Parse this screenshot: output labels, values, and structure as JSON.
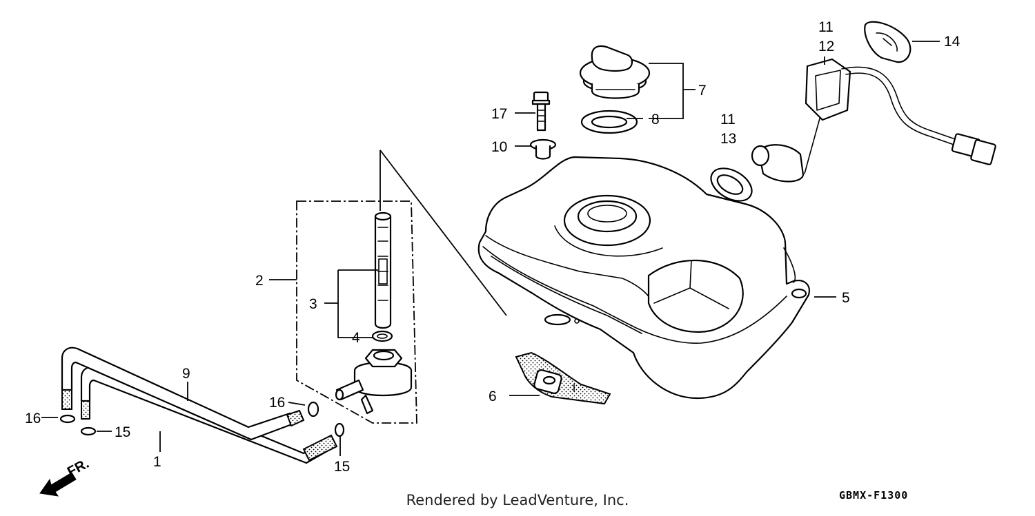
{
  "callouts": {
    "c1": "1",
    "c2": "2",
    "c3": "3",
    "c4": "4",
    "c5": "5",
    "c6": "6",
    "c7": "7",
    "c8": "8",
    "c9": "9",
    "c10": "10",
    "c11a": "11",
    "c11b": "11",
    "c12": "12",
    "c13": "13",
    "c14": "14",
    "c15a": "15",
    "c15b": "15",
    "c16a": "16",
    "c16b": "16",
    "c17": "17"
  },
  "direction_label": "FR.",
  "footer": {
    "credit": "Rendered by LeadVenture, Inc.",
    "diagram_code": "GBMX-F1300"
  },
  "icons": [
    "front-direction-arrow-icon"
  ],
  "colors": {
    "ink": "#000000",
    "paper": "#ffffff"
  }
}
